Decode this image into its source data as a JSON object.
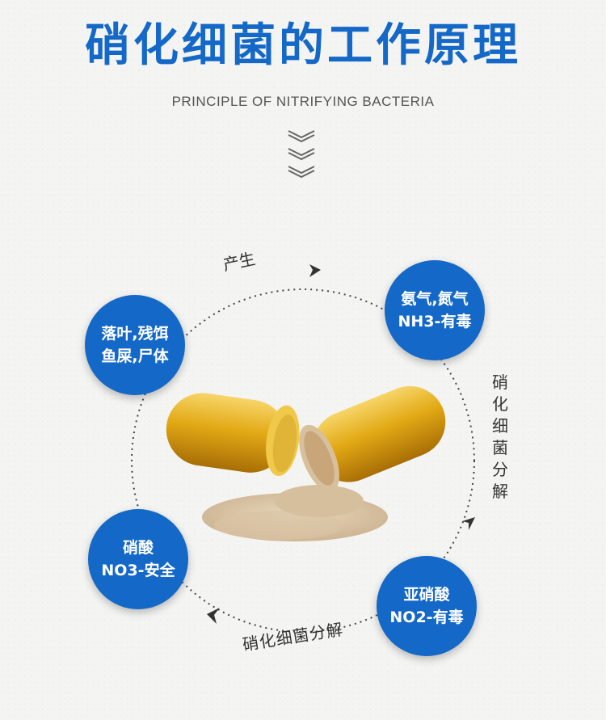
{
  "header": {
    "title": "硝化细菌的工作原理",
    "subtitle": "PRINCIPLE OF NITRIFYING BACTERIA",
    "scroll_icon": "triple-chevron-down-icon"
  },
  "cycle": {
    "nodes": [
      {
        "line1": "落叶,残饵",
        "line2": "鱼屎,尸体"
      },
      {
        "line1": "氨气,氮气",
        "line2": "NH3-有毒"
      },
      {
        "line1": "亚硝酸",
        "line2": "NO2-有毒"
      },
      {
        "line1": "硝酸",
        "line2": "NO3-安全"
      }
    ],
    "labels": {
      "produce": "产生",
      "right": [
        "硝",
        "化",
        "细",
        "菌",
        "分",
        "解"
      ],
      "bottom": "硝化细菌分解"
    }
  },
  "colors": {
    "accent": "#1468c8",
    "capsule": "#e0a81a",
    "powder": "#d9c3a4"
  }
}
